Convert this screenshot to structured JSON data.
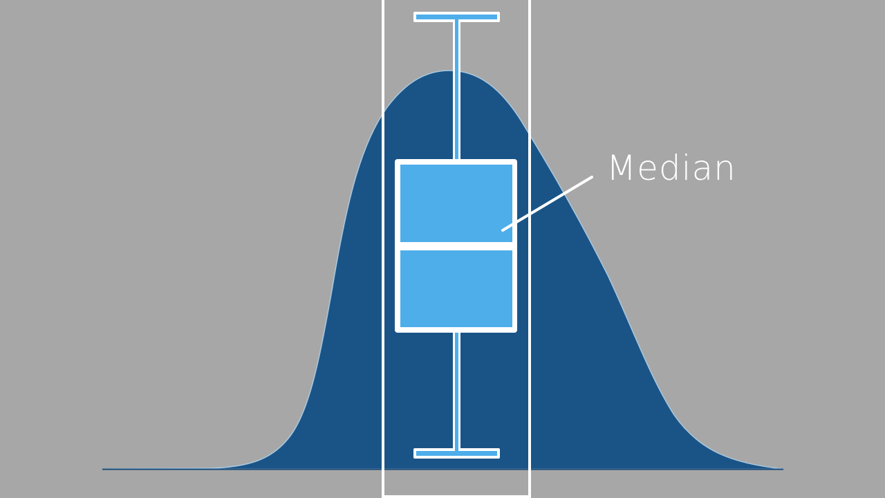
{
  "colors": {
    "background": "#a7a7a7",
    "distribution_fill": "#1a5487",
    "box_fill": "#4daeea",
    "outline": "#ffffff",
    "whisker_inner": "#4daeea"
  },
  "annotation": {
    "median_label": "Median"
  },
  "chart_data": {
    "type": "diagram",
    "title": "",
    "description": "Box plot superimposed on a bell-shaped (approximately normal, slightly right-skewed) density curve",
    "elements": [
      {
        "name": "density-curve",
        "shape": "bell curve",
        "peak_x": 650,
        "peak_y": 102,
        "baseline_y": 678,
        "x_range": [
          148,
          1133
        ]
      },
      {
        "name": "box",
        "q1_y": 479,
        "median_y": 356,
        "q3_y": 231,
        "x_range": [
          572,
          747
        ]
      },
      {
        "name": "upper-whisker",
        "cap_y": 25,
        "x_range": [
          599,
          721
        ]
      },
      {
        "name": "lower-whisker",
        "cap_y": 656,
        "x_range": [
          599,
          721
        ]
      },
      {
        "name": "highlight-frame",
        "x_range": [
          553,
          767
        ],
        "y_range": [
          0,
          718
        ]
      }
    ],
    "annotations": [
      {
        "text": "Median",
        "points_to": "median line"
      }
    ]
  }
}
